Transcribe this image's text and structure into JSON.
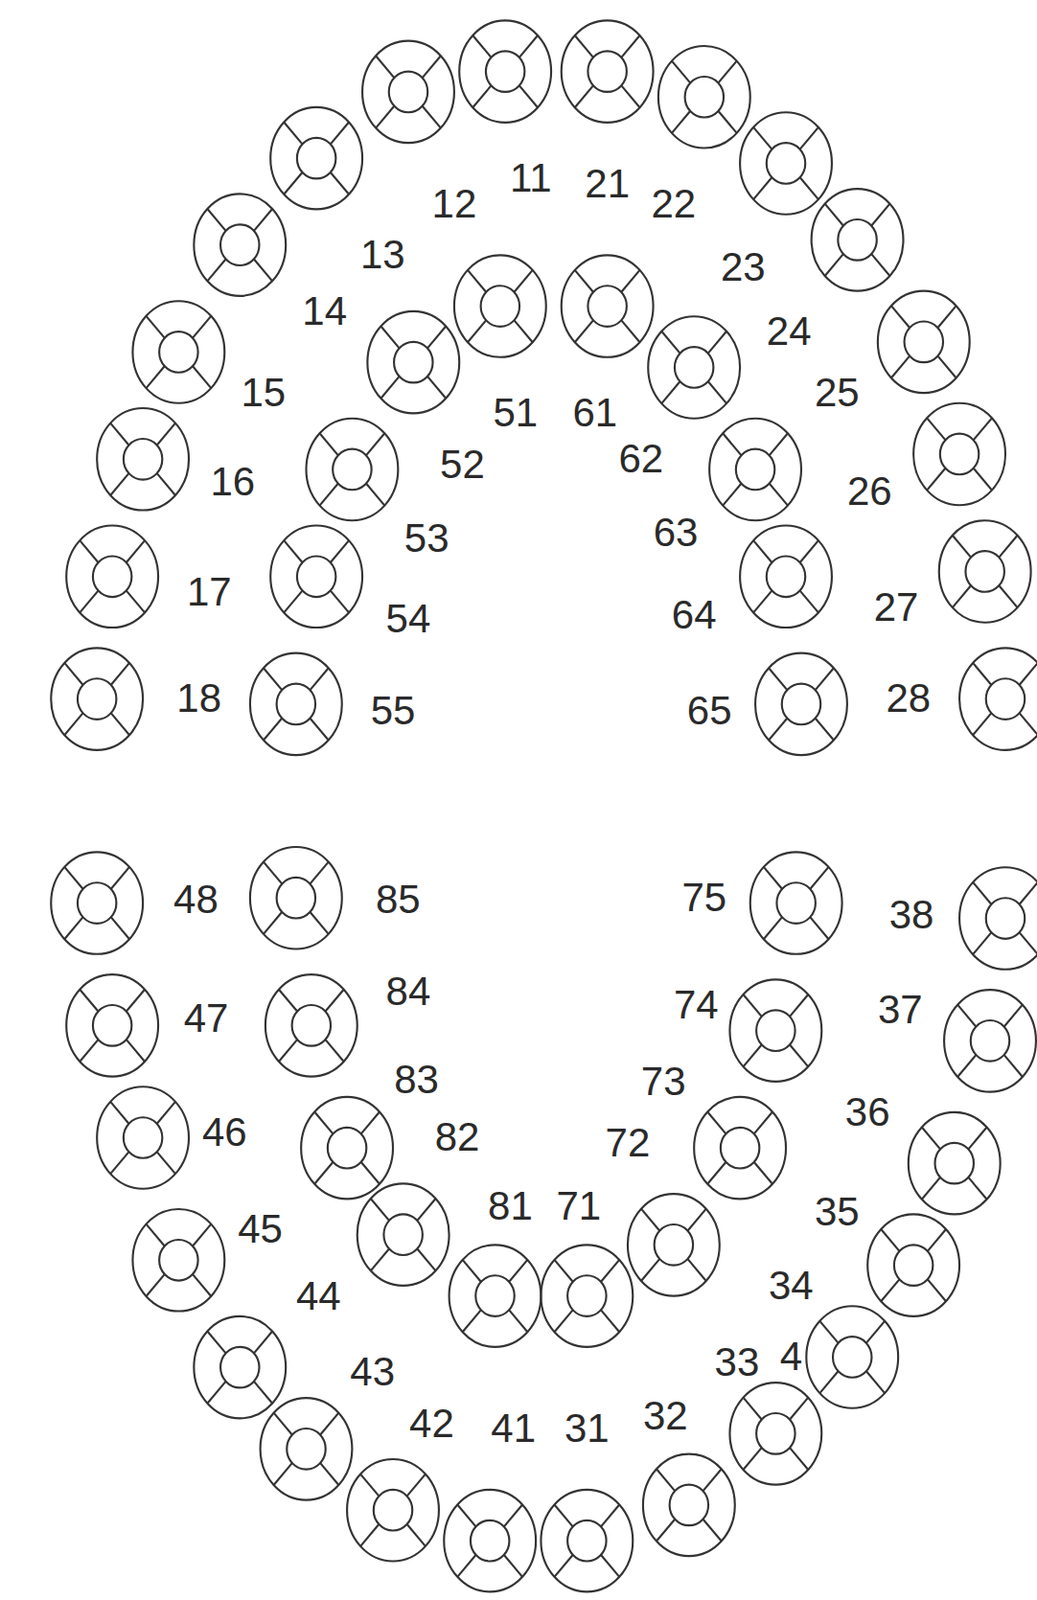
{
  "diagram": {
    "labels": [
      "11",
      "12",
      "13",
      "14",
      "15",
      "16",
      "17",
      "18",
      "21",
      "22",
      "23",
      "24",
      "25",
      "26",
      "27",
      "28",
      "51",
      "52",
      "53",
      "54",
      "55",
      "61",
      "62",
      "63",
      "64",
      "65",
      "85",
      "84",
      "83",
      "82",
      "81",
      "71",
      "72",
      "73",
      "74",
      "75",
      "48",
      "47",
      "46",
      "45",
      "44",
      "43",
      "42",
      "41",
      "31",
      "32",
      "33",
      "4",
      "34",
      "35",
      "36",
      "37",
      "38"
    ]
  }
}
